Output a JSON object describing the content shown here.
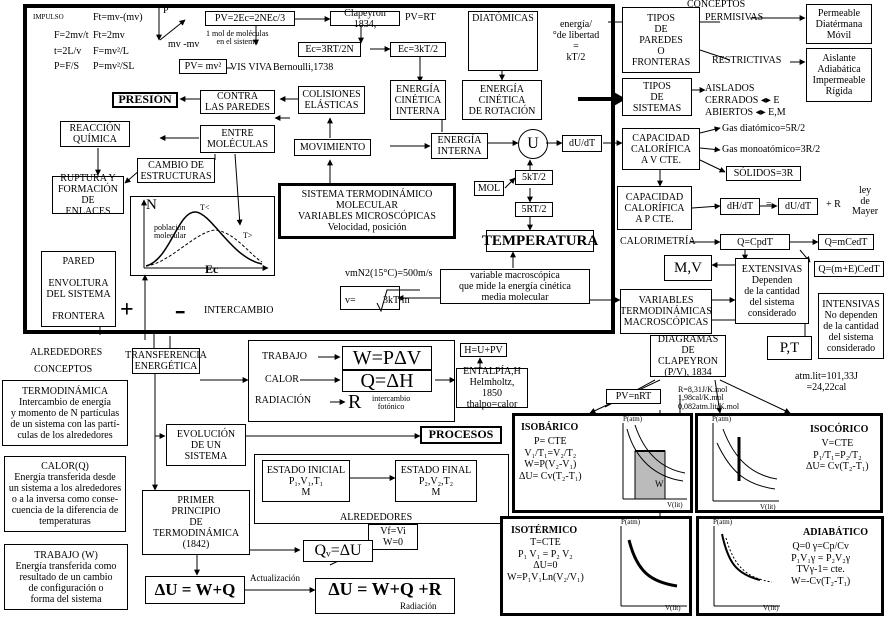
{
  "top": {
    "impulso": "IMPULSO",
    "f1": "Ft=mv-(mv)",
    "f2": "F=2mv/t",
    "f3": "Ft=2mv",
    "f4": "t=2L/v",
    "f5": "F=mv²/L",
    "f6": "P=F/S",
    "f7": "P=mv²/SL",
    "p_label": "P",
    "mvmv": "mv  -mv",
    "pv_mv": "PV= mv²",
    "vis_viva": "VIS VIVA",
    "bernoulli": "Bernoulli,1738",
    "pv_2ec": "PV=2Ec=2NEc/3",
    "mol_note": "1 mol de moléculas\nen el sistema",
    "clapeyron": "Clapeyron 1834,",
    "pv_rt": "PV=RT",
    "ec_3rt": "Ec=3RT/2N",
    "ec_3kt": "Ec=3kT/2",
    "diatomicas": "DIATÓMICAS",
    "energia_grado": "energía/\n°de libertad\n=\nkT/2",
    "energia_cin_int": "ENERGÍA\nCINÉTICA\nINTERNA",
    "energia_cin_rot": "ENERGÍA\nCINÉTICA\nDE ROTACIÓN",
    "presion": "PRESIÓN",
    "contra": "CONTRA\nLAS PAREDES",
    "colisiones": "COLISIONES\nELÁSTICAS",
    "reaccion": "REACCIÓN\nQUÍMICA",
    "entre": "ENTRE\nMOLÉCULAS",
    "movimiento": "MOVIMIENTO",
    "energia_interna": "ENERGÍA\nINTERNA",
    "u": "U",
    "du_dt": "dU/dT",
    "cambio": "CAMBIO DE\nESTRUCTURAS",
    "ruptura": "RUPTURA Y\nFORMACIÓN DE\nENLACES",
    "sistema": "SISTEMA TERMODINÁMICO\nMOLECULAR\nVARIABLES MICROSCÓPICAS",
    "velocidad": "Velocidad, posición",
    "mol": "MOL",
    "kt52": "5kT/2",
    "rt52": "5RT/2",
    "temperatura": "TEMPERATURA",
    "n_label": "N",
    "poblacion": "población\nmolecular",
    "t_less": "T<",
    "t_greater": "T>",
    "ec": "Ec",
    "vmn2": "vmN2(15°C)=500m/s",
    "variable_macro": "variable macroscópica\nque mide la energía cinética\nmedia molecular",
    "v_eq": "v=",
    "v_val": "3kT/m",
    "pared": "PARED\n\nENVOLTURA\nDEL SISTEMA\n\nFRONTERA",
    "plus": "+",
    "minus": "━",
    "intercambio": "INTERCAMBIO"
  },
  "right": {
    "conceptos": "CONCEPTOS",
    "tipos_paredes": "TIPOS\nDE\nPAREDES\nO\nFRONTERAS",
    "permisivas": "PERMISIVAS",
    "permeable": "Permeable\nDiatérmana\nMóvil",
    "restrictivas": "RESTRICTIVAS",
    "aislante": "Aislante\nAdiabática\nImpermeable\nRígida",
    "tipos_sistemas": "TIPOS\nDE\nSISTEMAS",
    "aislados": "AISLADOS",
    "cerrados": "CERRADOS ◂▸ E",
    "abiertos": "ABIERTOS ◂▸ E,M",
    "cap_v": "CAPACIDAD\nCALORÍFICA\nA V CTE.",
    "gas_di": "Gas diatómico=5R/2",
    "gas_mono": "Gas monoatómico=3R/2",
    "solidos": "SÓLIDOS=3R",
    "cap_p": "CAPACIDAD\nCALORÍFICA\nA P CTE.",
    "dh_dt": "dH/dT",
    "eq": "=",
    "du_dt2": "dU/dT",
    "plus_r": "+ R",
    "mayer": "ley\nde\nMayer",
    "calorimetria": "CALORIMETRÍA",
    "q_cpdt": "Q=CpdT",
    "q_mcedt": "Q=mCedT",
    "mv": "M,V",
    "extensivas": "EXTENSIVAS\nDependen\nde la cantidad\ndel sistema\nconsiderado",
    "q_me": "Q=(m+E)CedT",
    "var_macro": "VARIABLES\nTERMODINÁMICAS\nMACROSCÓPICAS",
    "intensivas": "INTENSIVAS\nNo dependen\nde la cantidad\ndel sistema\nconsiderado",
    "pt": "P,T"
  },
  "bottom": {
    "alrededores": "ALREDEDORES",
    "conceptos": "CONCEPTOS",
    "transferencia": "TRANSFERENCIA\nENERGÉTICA",
    "trabajo": "TRABAJO",
    "calor": "CALOR",
    "radiacion": "RADIACIÓN",
    "w_eq": "W=PΔV",
    "q_eq": "Q=ΔH",
    "r_eq": "R",
    "intercambio_foton": "intercambio\nfotónico",
    "h_eq": "H=U+PV",
    "entalpia": "ENTALPÍA,H\nHelmholtz, 1850\nthalpo=calor",
    "termo_def": "TERMODINÁMICA\nIntercambio de energía\ny momento de N partículas\nde un sistema con las partí-\nculas de los alrededores",
    "calor_def": "CALOR(Q)\nEnergía transferida desde\nun sistema a los alrededores\no a la inversa como conse-\ncuencia de la diferencia de\ntemperaturas",
    "trabajo_def": "TRABAJO (W)\nEnergía transferida como\nresultado de un cambio\nde configuración o\nforma del sistema",
    "evolucion": "EVOLUCIÓN\nDE UN\nSISTEMA",
    "procesos": "PROCESOS",
    "estado_inicial": "ESTADO INICIAL\nP₁,V₁,T₁\nM",
    "estado_final": "ESTADO FINAL\nP₂,V₂,T₂\nM",
    "alrededores2": "ALREDEDORES",
    "primer": "PRIMER\nPRINCIPIO\nDE\nTERMODINÁMICA\n(1842)",
    "vf_vi": "Vf=Vi\nW=0",
    "qv": "Qᵥ=ΔU",
    "actualizacion": "Actualización",
    "du_wq": "ΔU = W+Q",
    "du_wqr": "ΔU = W+Q +R",
    "radiacion_sub": "Radiación",
    "diagramas": "DIAGRAMAS\nDE CLAPEYRON\n(P/V), 1834",
    "pv_nrt": "PV=nRT",
    "r_vals": "R=8,31J/K.mol\n1,98cal/K.mol\n0,082atm.lit/K.mol",
    "atm": "atm.lit=101,33J\n=24,22cal"
  },
  "panels": {
    "isobarico": {
      "title": "ISOBÁRICO",
      "body": "P= CTE\nV₁/T₁=V₂/T₂\nW=P(V₂-V₁)\nΔU= Cv(T₂-T₁)",
      "w": "W"
    },
    "isocorico": {
      "title": "ISOCÓRICO",
      "body": "V=CTE\nP₁/T₁=P₂/T₂\nΔU= Cv(T₂-T₁)"
    },
    "isotermico": {
      "title": "ISOTÉRMICO",
      "body": "T=CTE\nP₁ V₁ = P₂ V₂\nΔU=0\nW=P₁V₁Ln(V₂/V₁)"
    },
    "adiabatico": {
      "title": "ADIABÁTICO",
      "body": "Q=0  γ=Cp/Cv\nP₁V₁γ = P₂V₂γ\nTVγ-1= cte.\nW=-Cv(T₂-T₁)"
    },
    "p_atm": "P(atm)",
    "v_lit": "V(lit)"
  }
}
